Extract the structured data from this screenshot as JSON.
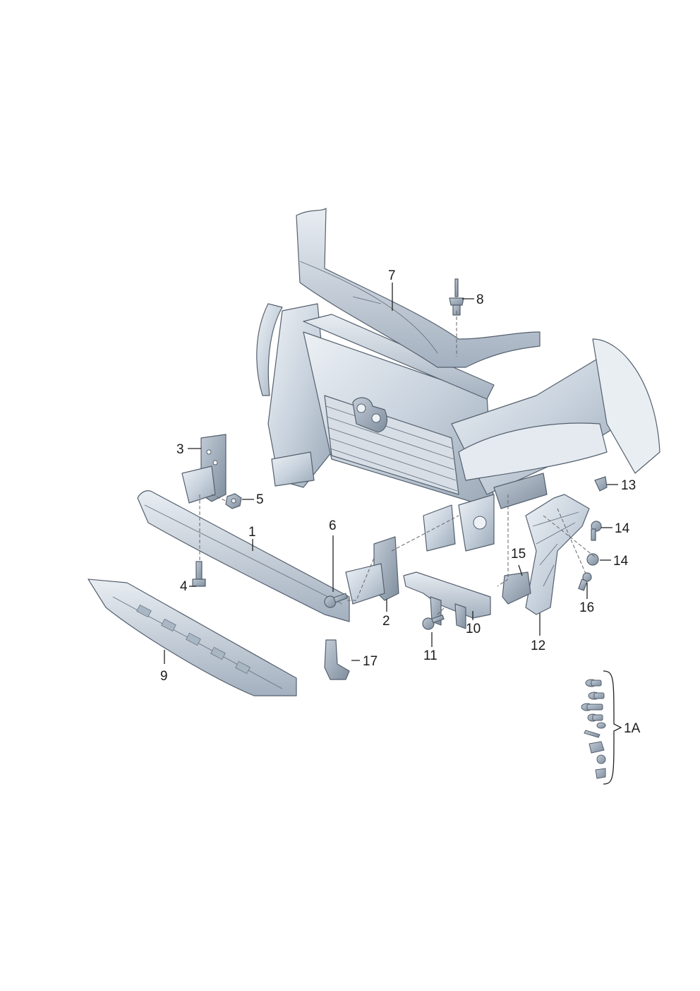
{
  "callouts": {
    "c1": "1",
    "c2": "2",
    "c3": "3",
    "c4": "4",
    "c5": "5",
    "c6": "6",
    "c7": "7",
    "c8": "8",
    "c9": "9",
    "c10": "10",
    "c11": "11",
    "c12": "12",
    "c13": "13",
    "c14a": "14",
    "c14b": "14",
    "c15": "15",
    "c16": "16",
    "c17": "17",
    "c1a": "1A"
  },
  "colors": {
    "part_light": "#dfe6ee",
    "part_mid": "#b9c6d3",
    "part_dark": "#8e9cac",
    "outline": "#55606e",
    "label": "#1a1a1a"
  }
}
